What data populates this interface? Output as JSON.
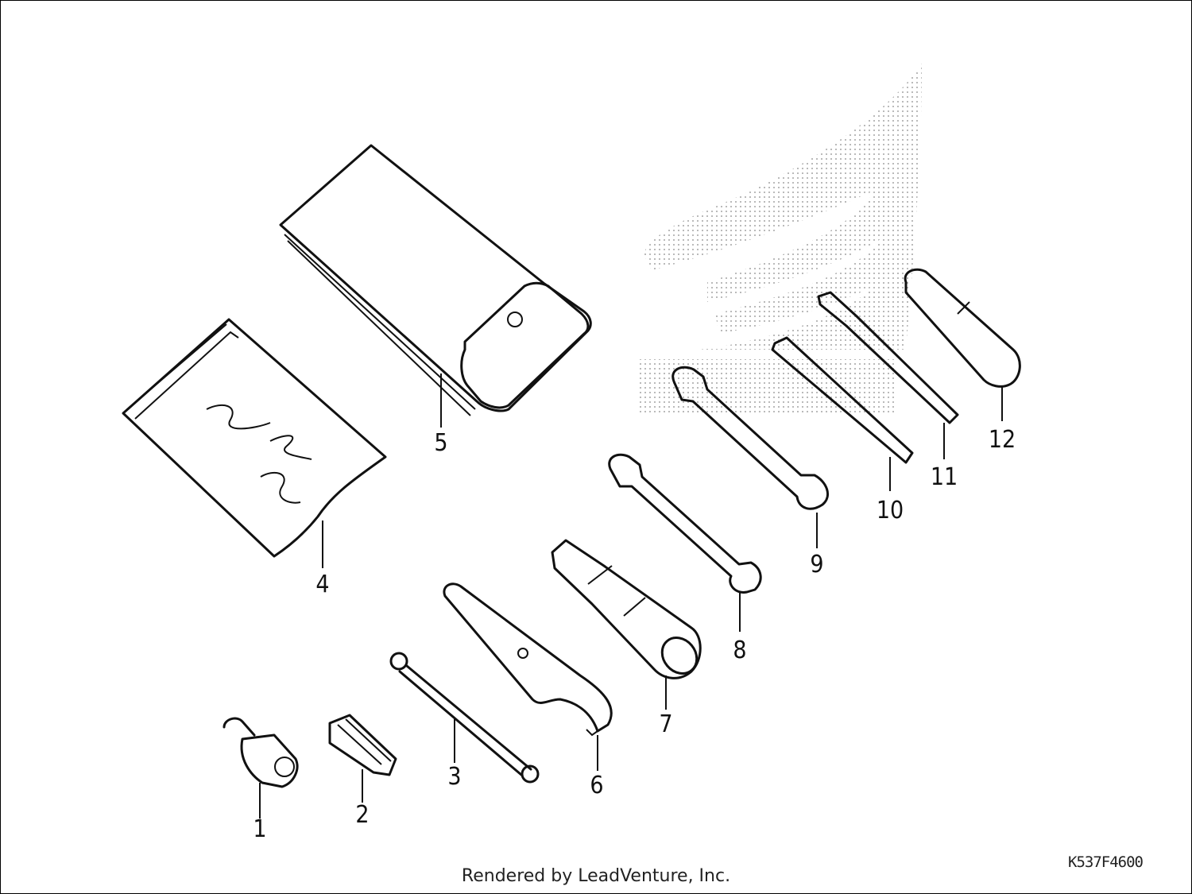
{
  "diagram": {
    "callouts": [
      "1",
      "2",
      "3",
      "4",
      "5",
      "6",
      "7",
      "8",
      "9",
      "10",
      "11",
      "12"
    ],
    "drawing_code": "K537F4600",
    "credit": "Rendered by LeadVenture, Inc."
  }
}
